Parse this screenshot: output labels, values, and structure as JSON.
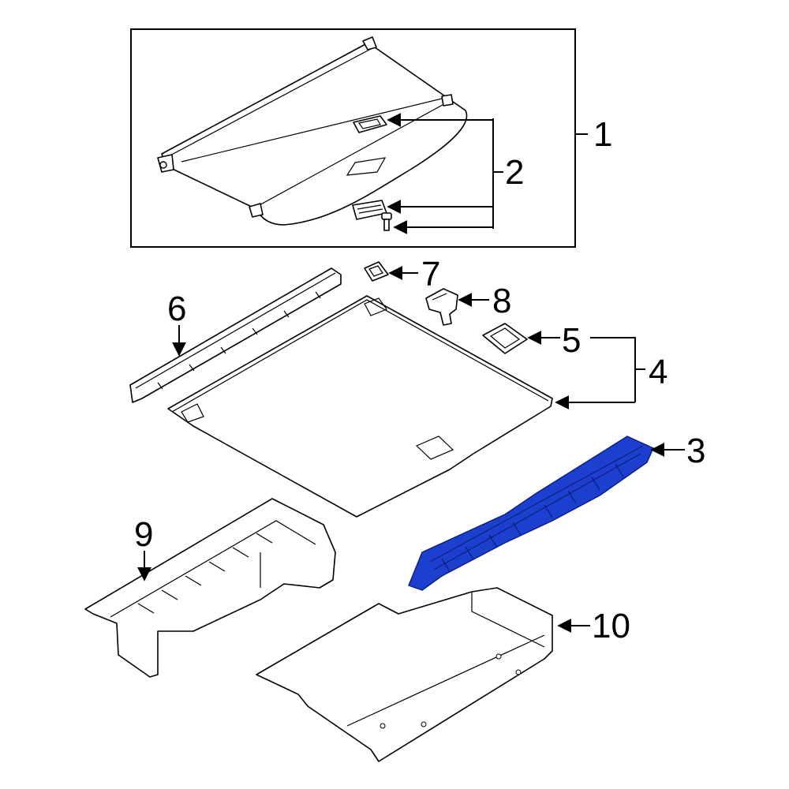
{
  "diagram": {
    "highlight_color": "#1c3fd0",
    "line_color": "#000000",
    "background": "#ffffff",
    "callouts": [
      {
        "label": "1",
        "part": "cargo-cover-assembly"
      },
      {
        "label": "2",
        "part": "cover-clips-and-fastener"
      },
      {
        "label": "3",
        "part": "rear-sill-trim-panel",
        "highlighted": true
      },
      {
        "label": "4",
        "part": "load-floor-assembly"
      },
      {
        "label": "5",
        "part": "floor-handle"
      },
      {
        "label": "6",
        "part": "rear-trim-strip"
      },
      {
        "label": "7",
        "part": "tie-down-bezel"
      },
      {
        "label": "8",
        "part": "mounting-bracket"
      },
      {
        "label": "9",
        "part": "floor-support-frame"
      },
      {
        "label": "10",
        "part": "lower-floor-panel"
      }
    ]
  }
}
